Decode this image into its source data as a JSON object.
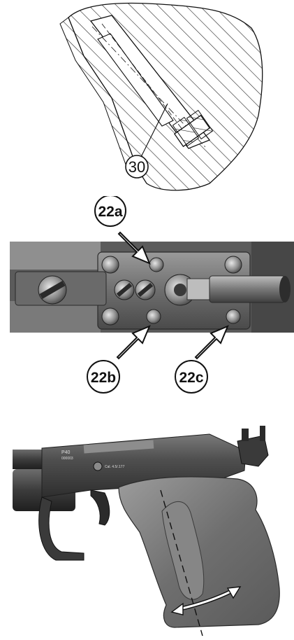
{
  "drawing": {
    "callout_label": "30"
  },
  "photo_1": {
    "callouts": [
      {
        "id": "22a",
        "label": "22a"
      },
      {
        "id": "22b",
        "label": "22b"
      },
      {
        "id": "22c",
        "label": "22c"
      }
    ]
  },
  "photo_2": {
    "engraving_model": "P40",
    "engraving_serial": "000003",
    "engraving_caliber": "Cal. 4.5/.177"
  }
}
